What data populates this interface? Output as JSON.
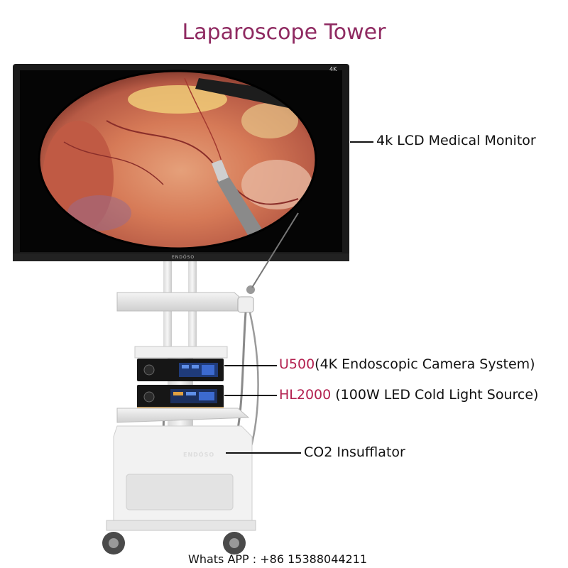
{
  "title": "Laparoscope Tower",
  "monitor": {
    "badge": "4K",
    "brand": "ENDÓSO",
    "label": "4k LCD Medical Monitor"
  },
  "camera_system": {
    "model": "U500",
    "description": "(4K Endoscopic Camera System)"
  },
  "light_source": {
    "model": "HL2000",
    "description": " (100W LED Cold Light Source)"
  },
  "insufflator": {
    "brand": "ENDÓSO",
    "label": "CO2 Insufflator"
  },
  "footer": "Whats APP : +86 15388044211",
  "colors": {
    "title": "#8f2a61",
    "model_accent": "#b3204f"
  }
}
